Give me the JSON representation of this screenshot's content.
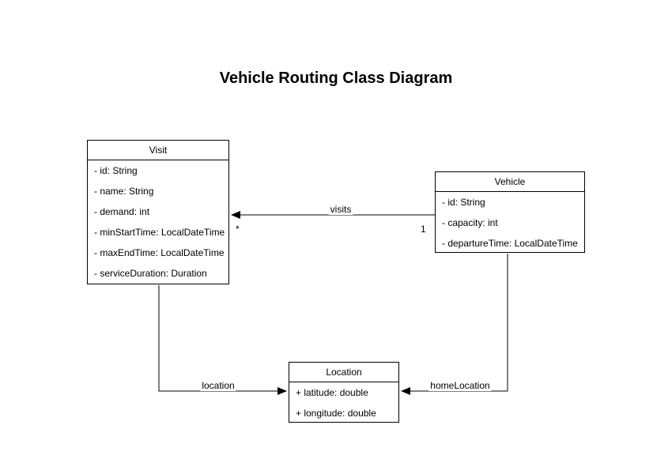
{
  "title": "Vehicle Routing Class Diagram",
  "colors": {
    "background": "#ffffff",
    "line": "#000000",
    "text": "#000000"
  },
  "classes": [
    {
      "name": "Visit",
      "attributes": [
        "- id: String",
        "- name: String",
        "- demand: int",
        "- minStartTime: LocalDateTime",
        "- maxEndTime: LocalDateTime",
        "- serviceDuration: Duration"
      ]
    },
    {
      "name": "Vehicle",
      "attributes": [
        "- id: String",
        "- capacity: int",
        "- departureTime: LocalDateTime"
      ]
    },
    {
      "name": "Location",
      "attributes": [
        "+ latitude: double",
        "+ longitude: double"
      ]
    }
  ],
  "relationships": [
    {
      "label": "visits",
      "from": "Vehicle",
      "to": "Visit",
      "arrow": "to",
      "multiplicity_at_visit": "*",
      "multiplicity_at_vehicle": "1"
    },
    {
      "label": "location",
      "from": "Visit",
      "to": "Location",
      "arrow": "to"
    },
    {
      "label": "homeLocation",
      "from": "Vehicle",
      "to": "Location",
      "arrow": "to"
    }
  ]
}
